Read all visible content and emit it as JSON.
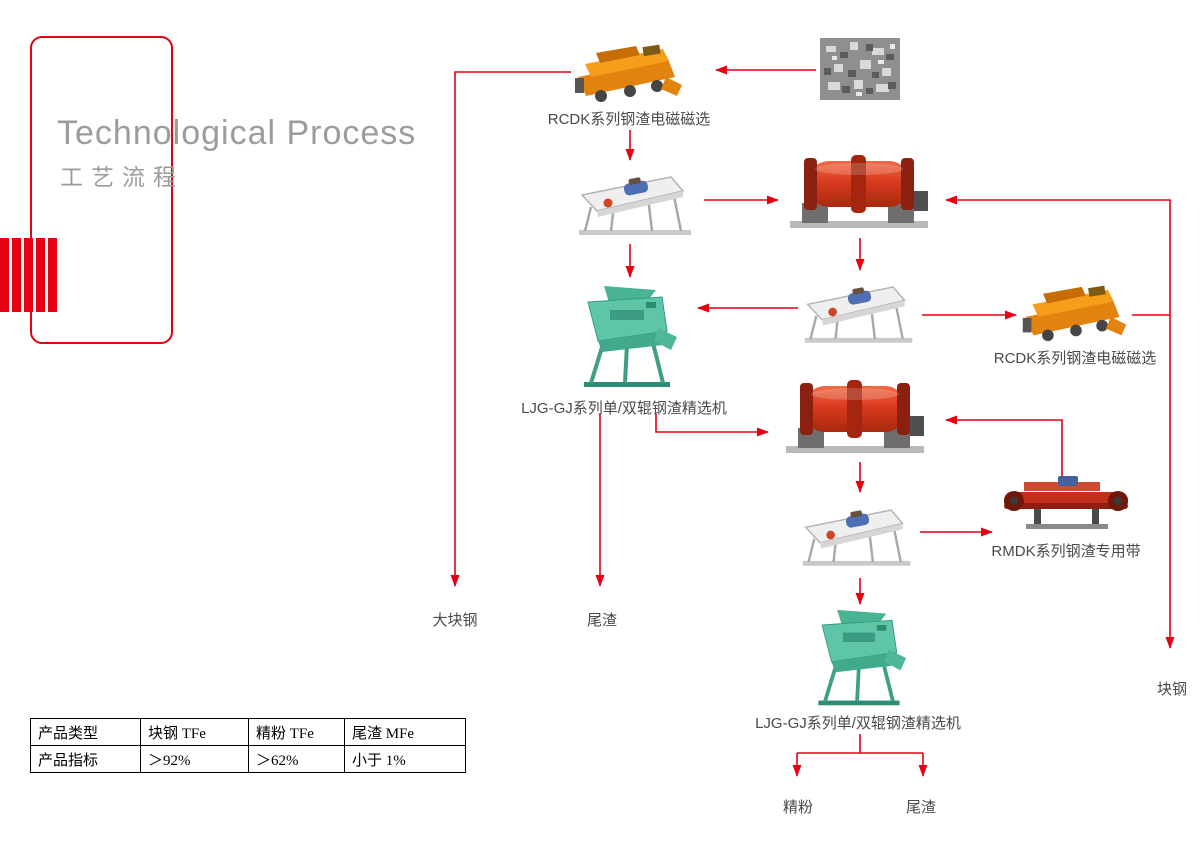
{
  "header": {
    "title_en": "Technological Process",
    "title_zh": "工艺流程"
  },
  "flow": {
    "nodes": {
      "raw_material": {
        "type": "raw-slag-photo"
      },
      "rcdk1": {
        "type": "electromagnetic-separator",
        "label": "RCDK系列钢渣电磁磁选"
      },
      "screen1": {
        "type": "vibrating-screen"
      },
      "mill1": {
        "type": "ball-mill"
      },
      "screen2": {
        "type": "vibrating-screen"
      },
      "rcdk2": {
        "type": "electromagnetic-separator",
        "label": "RCDK系列钢渣电磁磁选"
      },
      "ljg1": {
        "type": "roller-fine-separator",
        "label": "LJG-GJ系列单/双辊钢渣精选机"
      },
      "mill2": {
        "type": "ball-mill"
      },
      "screen3": {
        "type": "vibrating-screen"
      },
      "rmdk": {
        "type": "belt-magnetic-separator",
        "label": "RMDK系列钢渣专用带"
      },
      "ljg2": {
        "type": "roller-fine-separator",
        "label": "LJG-GJ系列单/双辊钢渣精选机"
      }
    },
    "outputs": {
      "big_steel": "大块钢",
      "tailings_1": "尾渣",
      "block_steel": "块钢",
      "fine_powder": "精粉",
      "tailings_2": "尾渣"
    }
  },
  "table": {
    "rows": [
      [
        "产品类型",
        "块钢 TFe",
        "精粉 TFe",
        "尾渣 MFe"
      ],
      [
        "产品指标",
        "＞92%",
        "＞62%",
        "小于 1%"
      ]
    ]
  },
  "colors": {
    "accent_red": "#e60012",
    "title_gray": "#9c9c9c"
  }
}
